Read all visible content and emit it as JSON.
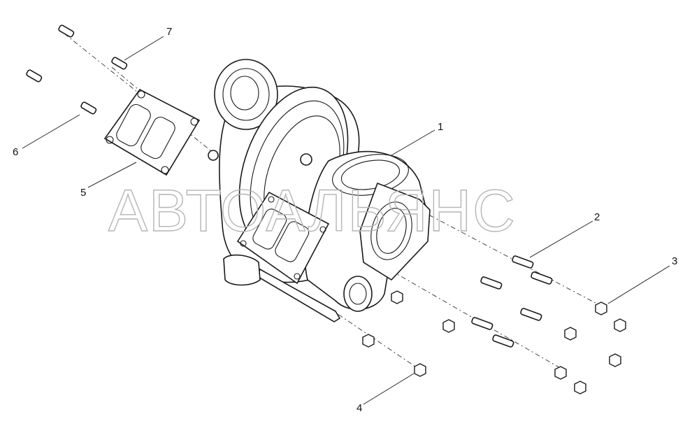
{
  "callouts": [
    "1",
    "2",
    "3",
    "4",
    "5",
    "6",
    "7"
  ],
  "watermark": "АВТОАЛЬЯНС"
}
